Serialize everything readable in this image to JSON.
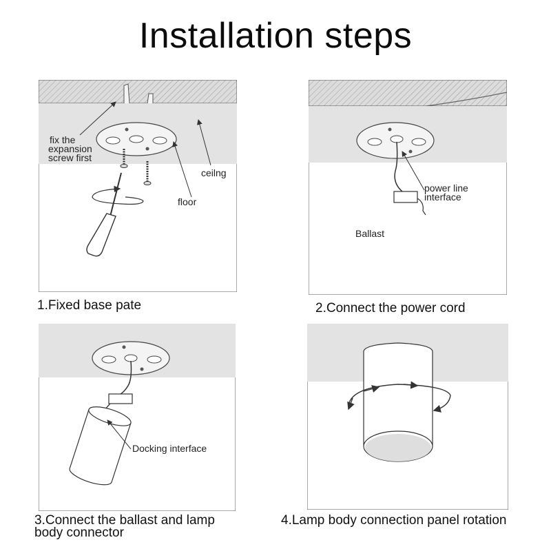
{
  "title": "Installation steps",
  "steps": [
    {
      "caption": "1.Fixed base pate",
      "labels": {
        "screw_note_1": "fix the",
        "screw_note_2": "expansion",
        "screw_note_3": "screw first",
        "ceiling": "ceilng",
        "floor": "floor"
      }
    },
    {
      "caption": "2.Connect the power cord",
      "labels": {
        "power_line_1": "power line",
        "power_line_2": "interface",
        "ballast": "Ballast"
      }
    },
    {
      "caption_line1": "3.Connect the ballast and lamp",
      "caption_line2": "body connector",
      "labels": {
        "docking": "Docking interface"
      }
    },
    {
      "caption": "4.Lamp body connection panel rotation",
      "labels": {}
    }
  ]
}
